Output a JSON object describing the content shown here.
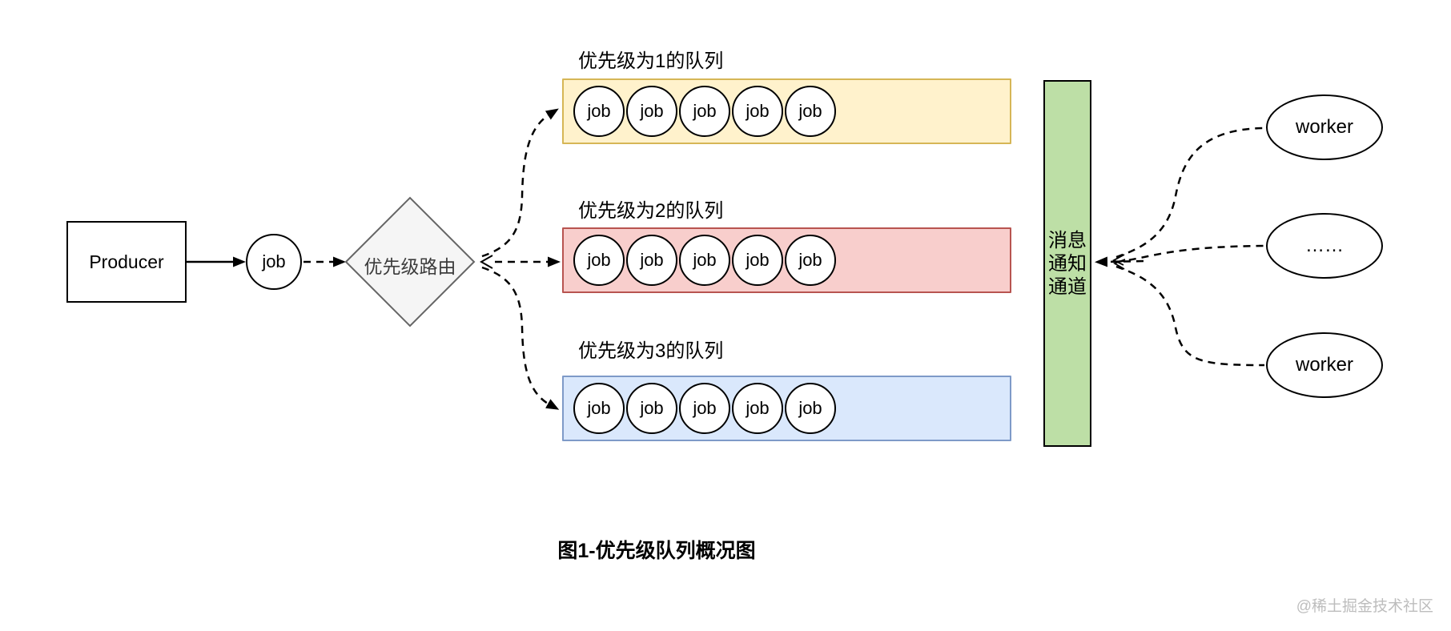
{
  "diagram": {
    "producer": {
      "label": "Producer"
    },
    "job": {
      "label": "job"
    },
    "router": {
      "label": "优先级路由"
    },
    "queues": [
      {
        "label": "优先级为1的队列",
        "fill": "#FFF2CC",
        "border": "#D6B656",
        "jobs": [
          "job",
          "job",
          "job",
          "job",
          "job"
        ]
      },
      {
        "label": "优先级为2的队列",
        "fill": "#F8CECC",
        "border": "#B85450",
        "jobs": [
          "job",
          "job",
          "job",
          "job",
          "job"
        ]
      },
      {
        "label": "优先级为3的队列",
        "fill": "#DAE8FC",
        "border": "#7E9AC8",
        "jobs": [
          "job",
          "job",
          "job",
          "job",
          "job"
        ]
      }
    ],
    "channel": {
      "label": "消息通知通道",
      "line1": "消息",
      "line2": "通知",
      "line3": "通道",
      "fill": "#BDDFA6",
      "border": "#000000"
    },
    "workers": [
      {
        "label": "worker"
      },
      {
        "label": "……"
      },
      {
        "label": "worker"
      }
    ],
    "caption": "图1-优先级队列概况图",
    "watermark": "@稀土掘金技术社区",
    "colors": {
      "router_fill": "#F5F5F5",
      "router_stroke": "#666666",
      "line_color": "#000000"
    }
  }
}
